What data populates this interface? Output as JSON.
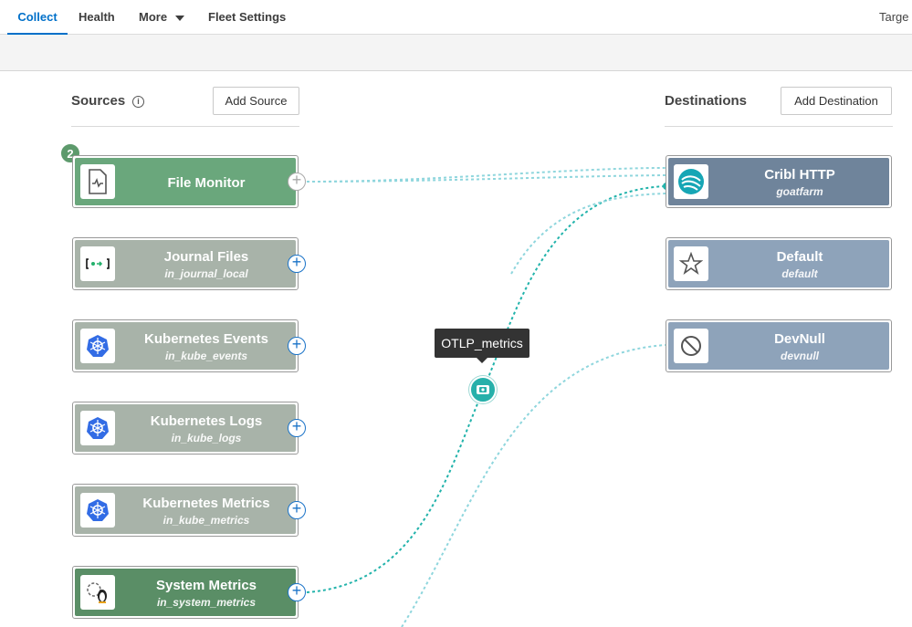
{
  "nav": {
    "tabs": [
      {
        "label": "Collect",
        "active": true
      },
      {
        "label": "Health"
      },
      {
        "label": "More"
      },
      {
        "label": "Fleet Settings"
      }
    ],
    "right_label": "Targe"
  },
  "sources": {
    "title": "Sources",
    "add_button": "Add Source",
    "badge_count": "2",
    "items": [
      {
        "name": "File Monitor",
        "id": "",
        "icon": "file-monitor-icon",
        "color": "#6aa77c"
      },
      {
        "name": "Journal Files",
        "id": "in_journal_local",
        "icon": "journal-icon",
        "color": "#a8b3a9"
      },
      {
        "name": "Kubernetes Events",
        "id": "in_kube_events",
        "icon": "kubernetes-icon",
        "color": "#a8b3a9"
      },
      {
        "name": "Kubernetes Logs",
        "id": "in_kube_logs",
        "icon": "kubernetes-icon",
        "color": "#a8b3a9"
      },
      {
        "name": "Kubernetes Metrics",
        "id": "in_kube_metrics",
        "icon": "kubernetes-icon",
        "color": "#a8b3a9"
      },
      {
        "name": "System Metrics",
        "id": "in_system_metrics",
        "icon": "linux-icon",
        "color": "#5a8e66"
      }
    ]
  },
  "destinations": {
    "title": "Destinations",
    "add_button": "Add Destination",
    "items": [
      {
        "name": "Cribl HTTP",
        "id": "goatfarm",
        "icon": "cribl-icon",
        "color": "#6f849b"
      },
      {
        "name": "Default",
        "id": "default",
        "icon": "star-icon",
        "color": "#8ea3ba"
      },
      {
        "name": "DevNull",
        "id": "devnull",
        "icon": "blocked-icon",
        "color": "#8ea3ba"
      }
    ]
  },
  "pipeline": {
    "tooltip": "OTLP_metrics",
    "color": "#27b0aa"
  }
}
